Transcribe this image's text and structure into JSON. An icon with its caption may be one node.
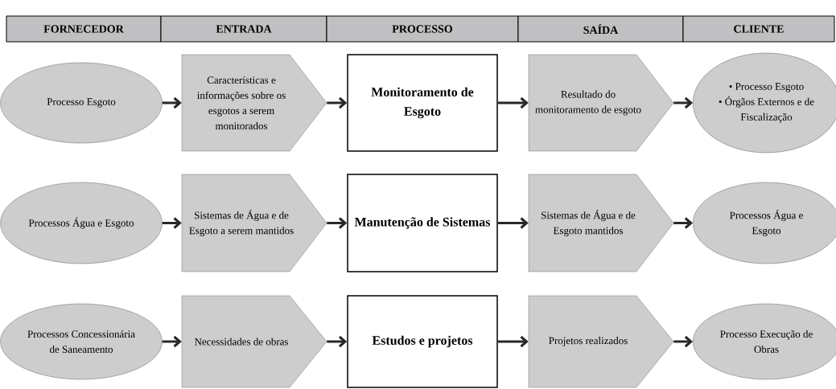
{
  "diagram": {
    "nodes": [
      {
        "text": [
          "FORNECEDOR"
        ]
      },
      {
        "text": [
          "ENTRADA"
        ]
      },
      {
        "text": [
          "PROCESSO"
        ]
      },
      {
        "text": [
          "SAÍDA"
        ]
      },
      {
        "text": [
          "CLIENTE"
        ]
      },
      {
        "text": [
          "Processo Esgoto"
        ]
      },
      {
        "text": [
          "Características e informações sobre os esgotos a serem monitorados"
        ]
      },
      {
        "text": [
          "Monitoramento de Esgoto"
        ]
      },
      {
        "text": [
          "Resultado do monitoramento de esgoto"
        ]
      },
      {
        "text": [
          "• Processo Esgoto",
          "• Órgãos Externos e de Fiscalização"
        ]
      },
      {
        "text": [
          "Processos Água e Esgoto"
        ]
      },
      {
        "text": [
          "Sistemas de Água e de Esgoto a serem mantidos"
        ]
      },
      {
        "text": [
          "Manutenção de Sistemas"
        ]
      },
      {
        "text": [
          "Sistemas de Água e de Esgoto mantidos"
        ]
      },
      {
        "text": [
          "Processos Água e Esgoto"
        ]
      },
      {
        "text": [
          "Processos Concessionária de Saneamento"
        ]
      },
      {
        "text": [
          "Necessidades de obras"
        ]
      },
      {
        "text": [
          "Estudos e projetos"
        ]
      },
      {
        "text": [
          "Projetos realizados"
        ]
      },
      {
        "text": [
          "Processo Execução de Obras"
        ]
      }
    ],
    "edges": [
      {
        "from": 5,
        "to": 6,
        "arrow": "to"
      },
      {
        "from": 6,
        "to": 7,
        "arrow": "to"
      },
      {
        "from": 7,
        "to": 8,
        "arrow": "to"
      },
      {
        "from": 8,
        "to": 9,
        "arrow": "to"
      },
      {
        "from": 10,
        "to": 11,
        "arrow": "to"
      },
      {
        "from": 11,
        "to": 12,
        "arrow": "to"
      },
      {
        "from": 12,
        "to": 13,
        "arrow": "to"
      },
      {
        "from": 13,
        "to": 14,
        "arrow": "to"
      },
      {
        "from": 15,
        "to": 16,
        "arrow": "to"
      },
      {
        "from": 16,
        "to": 17,
        "arrow": "to"
      },
      {
        "from": 17,
        "to": 18,
        "arrow": "to"
      },
      {
        "from": 18,
        "to": 19,
        "arrow": "to"
      }
    ]
  }
}
